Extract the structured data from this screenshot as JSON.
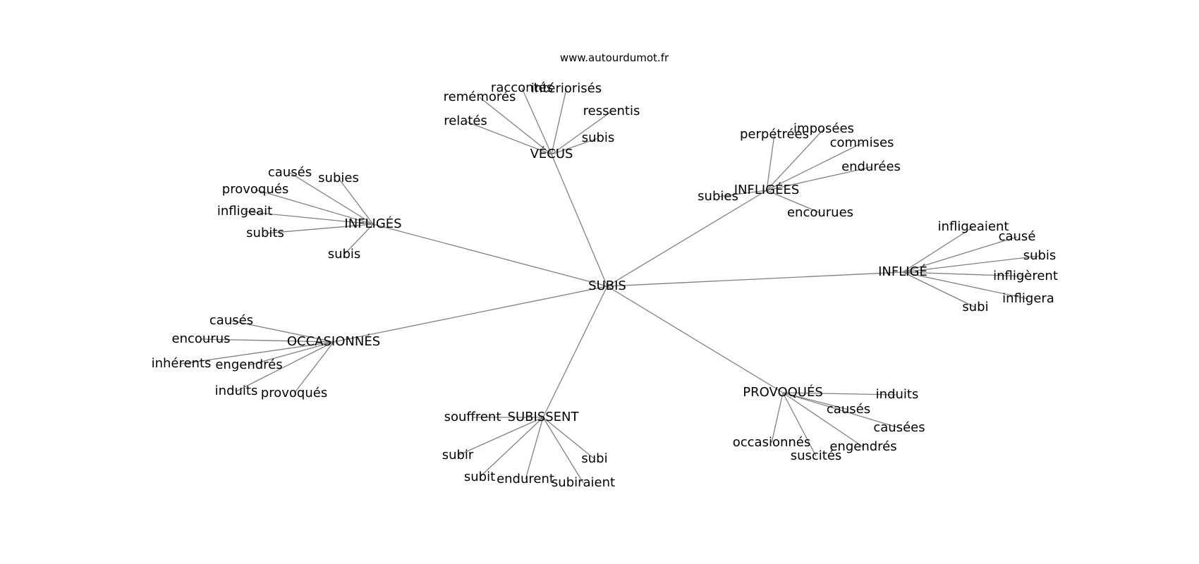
{
  "watermark": "www.autourdumot.fr",
  "colors": {
    "edge": "#808080",
    "text": "#000000",
    "background": "#ffffff"
  },
  "graph": {
    "center": "SUBIS",
    "groups": [
      {
        "hub": "VÉCUS",
        "words": [
          "raccontés",
          "intériorisés",
          "remémorés",
          "ressentis",
          "relatés",
          "subis"
        ]
      },
      {
        "hub": "INFLIGÉES",
        "words": [
          "perpétrées",
          "imposées",
          "commises",
          "endurées",
          "subies",
          "encourues"
        ]
      },
      {
        "hub": "INFLIGÉS",
        "words": [
          "causés",
          "subies",
          "provoqués",
          "infligeait",
          "subits",
          "subis"
        ]
      },
      {
        "hub": "INFLIGÉ",
        "words": [
          "infligeaient",
          "causé",
          "subis",
          "infligèrent",
          "infligera",
          "subi"
        ]
      },
      {
        "hub": "OCCASIONNÉS",
        "words": [
          "causés",
          "encourus",
          "inhérents",
          "engendrés",
          "induits",
          "provoqués"
        ]
      },
      {
        "hub": "PROVOQUÉS",
        "words": [
          "induits",
          "causés",
          "causées",
          "occasionnés",
          "engendrés",
          "suscités"
        ]
      },
      {
        "hub": "SUBISSENT",
        "words": [
          "souffrent",
          "subir",
          "subi",
          "subit",
          "endurent",
          "subiraient"
        ]
      }
    ]
  }
}
